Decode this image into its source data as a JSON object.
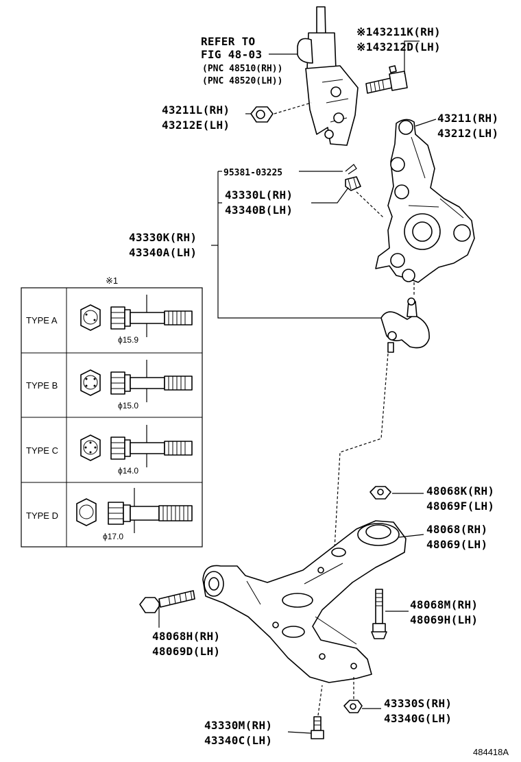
{
  "labels": {
    "refer_line1": "REFER TO",
    "refer_line2": "FIG 48-03",
    "refer_line3": "(PNC 48510(RH))",
    "refer_line4": "(PNC 48520(LH))",
    "bolt_rh": "※143211K(RH)",
    "bolt_lh": "※143212D(LH)",
    "nut_rh": "43211L(RH)",
    "nut_lh": "43212E(LH)",
    "knuckle_rh": "43211(RH)",
    "knuckle_lh": "43212(LH)",
    "cotter_pin": "95381-03225",
    "castle_nut_rh": "43330L(RH)",
    "castle_nut_lh": "43340B(LH)",
    "ball_joint_rh": "43330K(RH)",
    "ball_joint_lh": "43340A(LH)",
    "arm_nut_rh": "48068K(RH)",
    "arm_nut_lh": "48069F(LH)",
    "arm_rh": "48068(RH)",
    "arm_lh": "48069(LH)",
    "arm_bolt_v_rh": "48068M(RH)",
    "arm_bolt_v_lh": "48069H(LH)",
    "arm_bolt_h_rh": "48068H(RH)",
    "arm_bolt_h_lh": "48069D(LH)",
    "bj_nut_rh": "43330S(RH)",
    "bj_nut_lh": "43340G(LH)",
    "bj_bolt_rh": "43330M(RH)",
    "bj_bolt_lh": "43340C(LH)",
    "figure_id": "484418A"
  },
  "bolt_table": {
    "note": "※1",
    "rows": [
      {
        "type": "TYPE A",
        "diameter": "ϕ15.9"
      },
      {
        "type": "TYPE B",
        "diameter": "ϕ15.0"
      },
      {
        "type": "TYPE C",
        "diameter": "ϕ14.0"
      },
      {
        "type": "TYPE D",
        "diameter": "ϕ17.0"
      }
    ]
  }
}
